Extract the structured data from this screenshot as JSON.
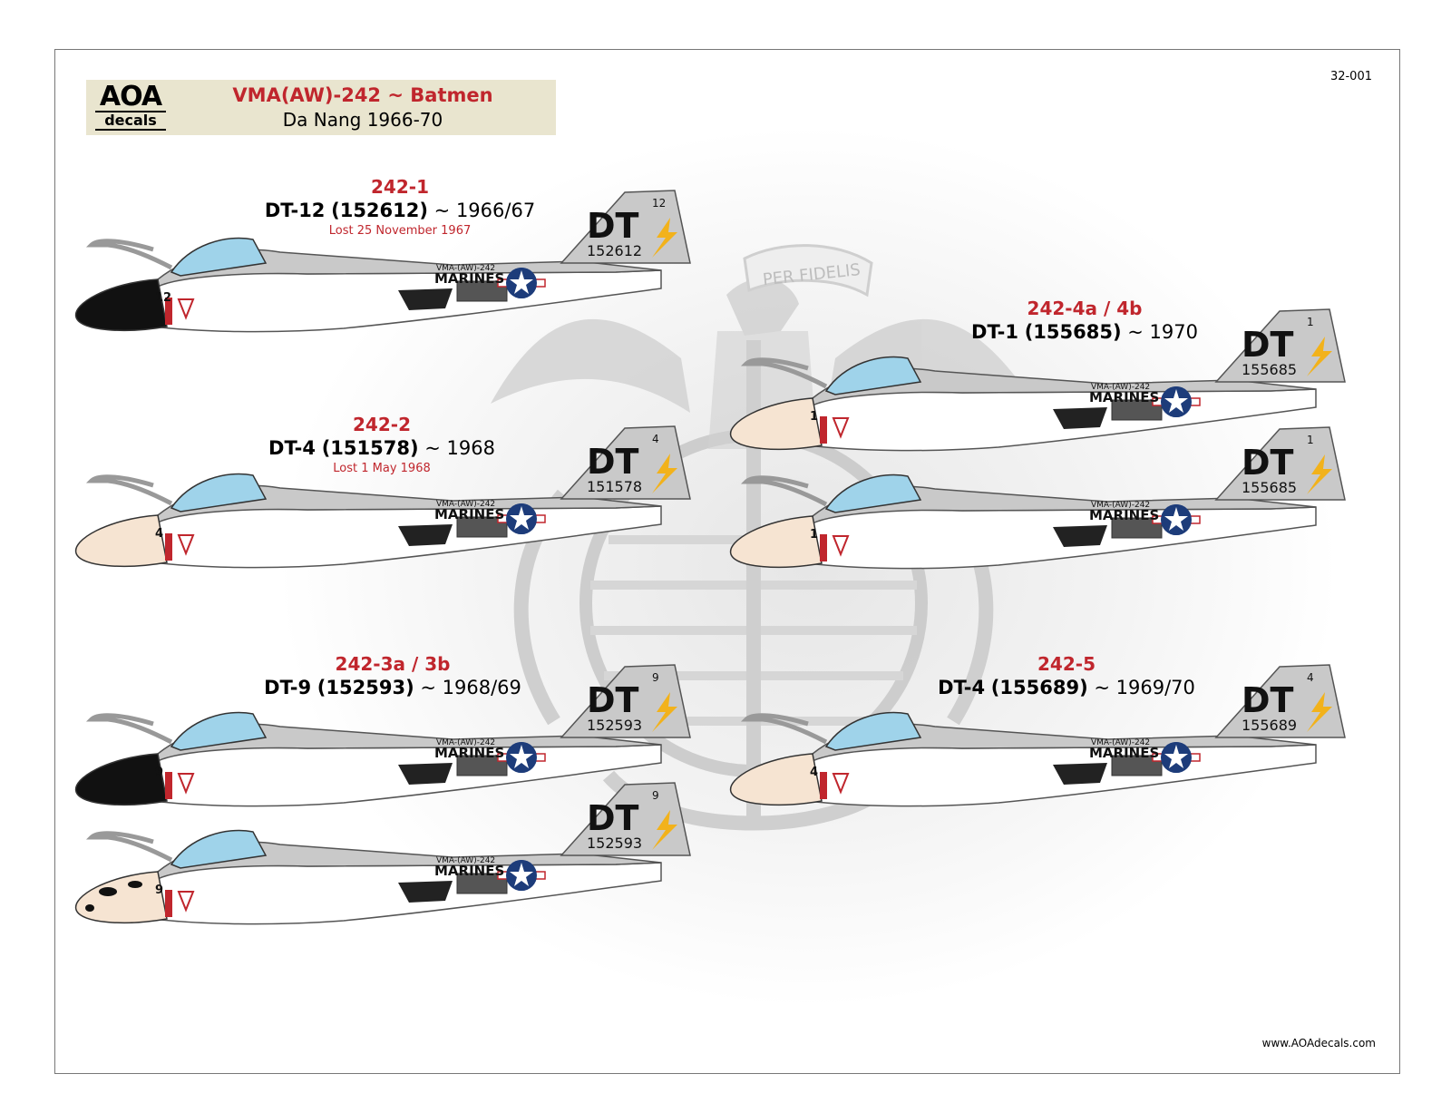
{
  "header": {
    "logo_top": "AOA",
    "logo_bottom": "decals",
    "title": "VMA(AW)-242 ~ Batmen",
    "subtitle": "Da Nang 1966-70",
    "catalog_number": "32-001"
  },
  "footer": {
    "website": "www.AOAdecals.com"
  },
  "background_emblem": {
    "scroll_text": "PER FIDELIS"
  },
  "colors": {
    "red": "#c0262d",
    "aircraft_gray": "#c9c9c9",
    "radome_black": "#111111",
    "radome_cream": "#f6e4d2",
    "blue_roundel": "#1d3c7a",
    "yellow": "#f2b21b"
  },
  "profiles": [
    {
      "code": "242-1",
      "modex": "DT-12",
      "bureau": "(152612)",
      "years": "~ 1966/67",
      "note": "Lost 25 November 1967",
      "tail_code": "DT",
      "tail_number": "152612",
      "tip_number": "12",
      "nose_number": "12",
      "unit": "VMA-(AW)-242",
      "service": "MARINES"
    },
    {
      "code": "242-2",
      "modex": "DT-4",
      "bureau": "(151578)",
      "years": "~ 1968",
      "note": "Lost 1 May 1968",
      "tail_code": "DT",
      "tail_number": "151578",
      "tip_number": "4",
      "nose_number": "4",
      "unit": "VMA-(AW)-242",
      "service": "MARINES"
    },
    {
      "code": "242-3a / 3b",
      "modex": "DT-9",
      "bureau": "(152593)",
      "years": "~ 1968/69",
      "note": "",
      "tail_code": "DT",
      "tail_number": "152593",
      "tip_number": "9",
      "nose_number": "9",
      "unit": "VMA-(AW)-242",
      "service": "MARINES"
    },
    {
      "code": "",
      "modex": "",
      "bureau": "",
      "years": "",
      "note": "",
      "tail_code": "DT",
      "tail_number": "152593",
      "tip_number": "9",
      "nose_number": "9",
      "unit": "VMA-(AW)-242",
      "service": "MARINES"
    },
    {
      "code": "242-4a / 4b",
      "modex": "DT-1",
      "bureau": "(155685)",
      "years": "~ 1970",
      "note": "",
      "tail_code": "DT",
      "tail_number": "155685",
      "tip_number": "1",
      "nose_number": "1",
      "unit": "VMA-(AW)-242",
      "service": "MARINES"
    },
    {
      "code": "",
      "modex": "",
      "bureau": "",
      "years": "",
      "note": "",
      "tail_code": "DT",
      "tail_number": "155685",
      "tip_number": "1",
      "nose_number": "1",
      "unit": "VMA-(AW)-242",
      "service": "MARINES"
    },
    {
      "code": "242-5",
      "modex": "DT-4",
      "bureau": "(155689)",
      "years": "~ 1969/70",
      "note": "",
      "tail_code": "DT",
      "tail_number": "155689",
      "tip_number": "4",
      "nose_number": "4",
      "unit": "VMA-(AW)-242",
      "service": "MARINES"
    }
  ]
}
